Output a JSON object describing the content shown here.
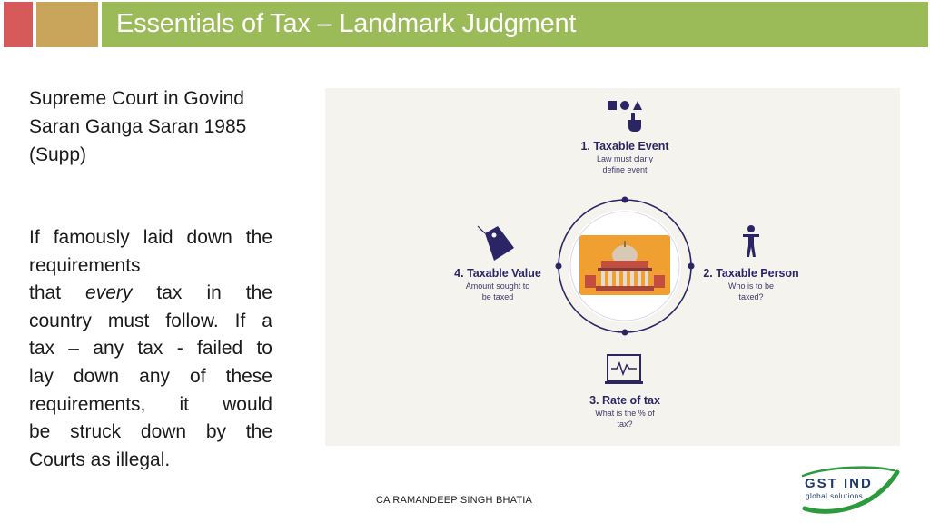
{
  "header": {
    "title": "Essentials of Tax – Landmark Judgment"
  },
  "left": {
    "court_ref": "Supreme Court in Govind Saran Ganga Saran 1985 (Supp)",
    "para": {
      "l1": "If famously laid down the",
      "l2": "requirements",
      "l3a": "that ",
      "l3b": "every",
      "l3c": " tax in the",
      "l4": "country must follow. If a",
      "l5": "tax – any tax - failed to",
      "l6": "lay down any of these",
      "l7": "requirements, it would",
      "l8": "be struck down by the",
      "l9": "Courts as illegal."
    }
  },
  "diagram": {
    "event": {
      "title": "1. Taxable Event",
      "sub1": "Law must clarly",
      "sub2": "define event",
      "icon": "shapes-pointer-icon"
    },
    "person": {
      "title": "2. Taxable Person",
      "sub1": "Who is to be",
      "sub2": "taxed?",
      "icon": "person-icon"
    },
    "rate": {
      "title": "3. Rate of tax",
      "sub1": "What is the % of",
      "sub2": "tax?",
      "icon": "monitor-pulse-icon"
    },
    "value": {
      "title": "4. Taxable Value",
      "sub1": "Amount sought to",
      "sub2": "be taxed",
      "icon": "price-tag-icon"
    },
    "center_icon": "supreme-court-icon",
    "colors": {
      "ink": "#2b2565",
      "orange": "#f0a030",
      "panel": "#f4f3ee"
    }
  },
  "footer": {
    "author": "CA RAMANDEEP SINGH BHATIA"
  },
  "logo": {
    "main": "GST IND",
    "sub": "global solutions"
  }
}
